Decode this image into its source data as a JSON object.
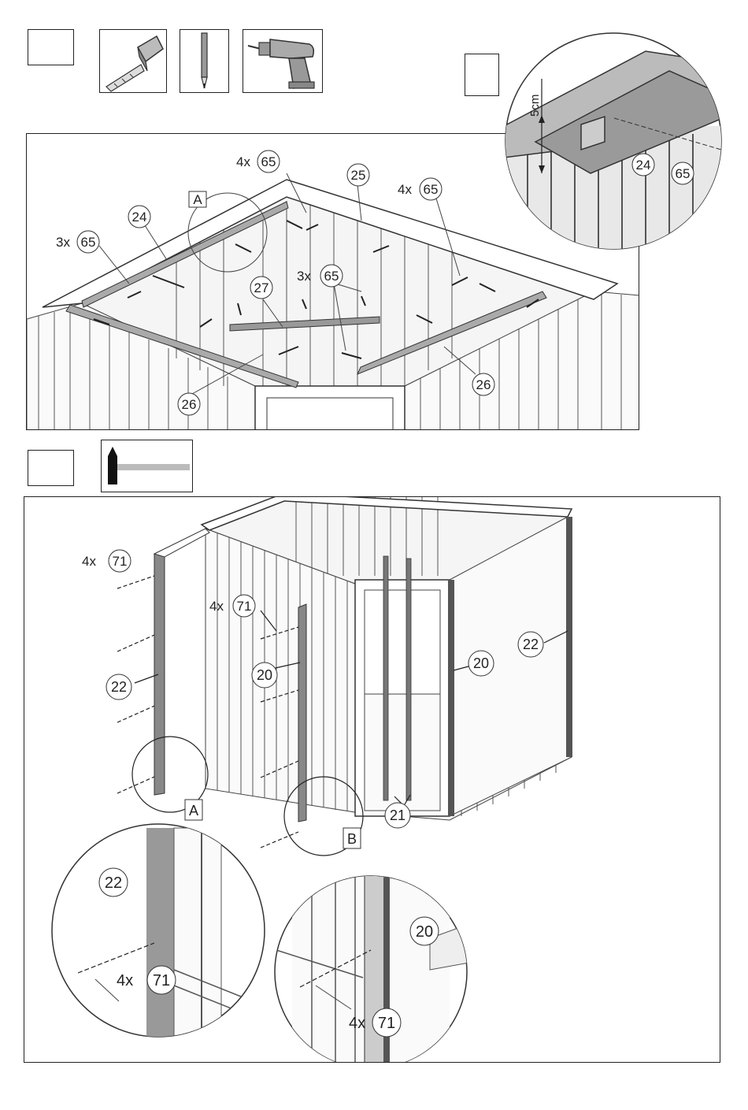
{
  "labels": {
    "roof_frame": {
      "qty_left": "3x",
      "part_left": "65",
      "part_24": "24",
      "detail_marker": "A",
      "qty_top": "4x",
      "part_top": "65",
      "part_25": "25",
      "qty_right": "4x",
      "part_right": "65",
      "part_27": "27",
      "qty_mid": "3x",
      "part_mid": "65",
      "part_26_left": "26",
      "part_26_right": "26"
    },
    "roof_detail": {
      "measure": "5cm",
      "part_24": "24",
      "part_65": "65"
    },
    "walls": {
      "qty_left": "4x",
      "part_left": "71",
      "part_22_left": "22",
      "qty_mid": "4x",
      "part_mid": "71",
      "part_20_mid": "20",
      "marker_a": "A",
      "marker_b": "B",
      "part_21": "21",
      "part_20_right": "20",
      "part_22_right": "22"
    },
    "detail_a": {
      "part_22": "22",
      "qty": "4x",
      "part_71": "71"
    },
    "detail_b": {
      "part_20": "20",
      "qty": "4x",
      "part_71": "71"
    }
  },
  "icons": [
    "tape-measure-icon",
    "pencil-icon",
    "drill-icon",
    "hammer-icon"
  ]
}
